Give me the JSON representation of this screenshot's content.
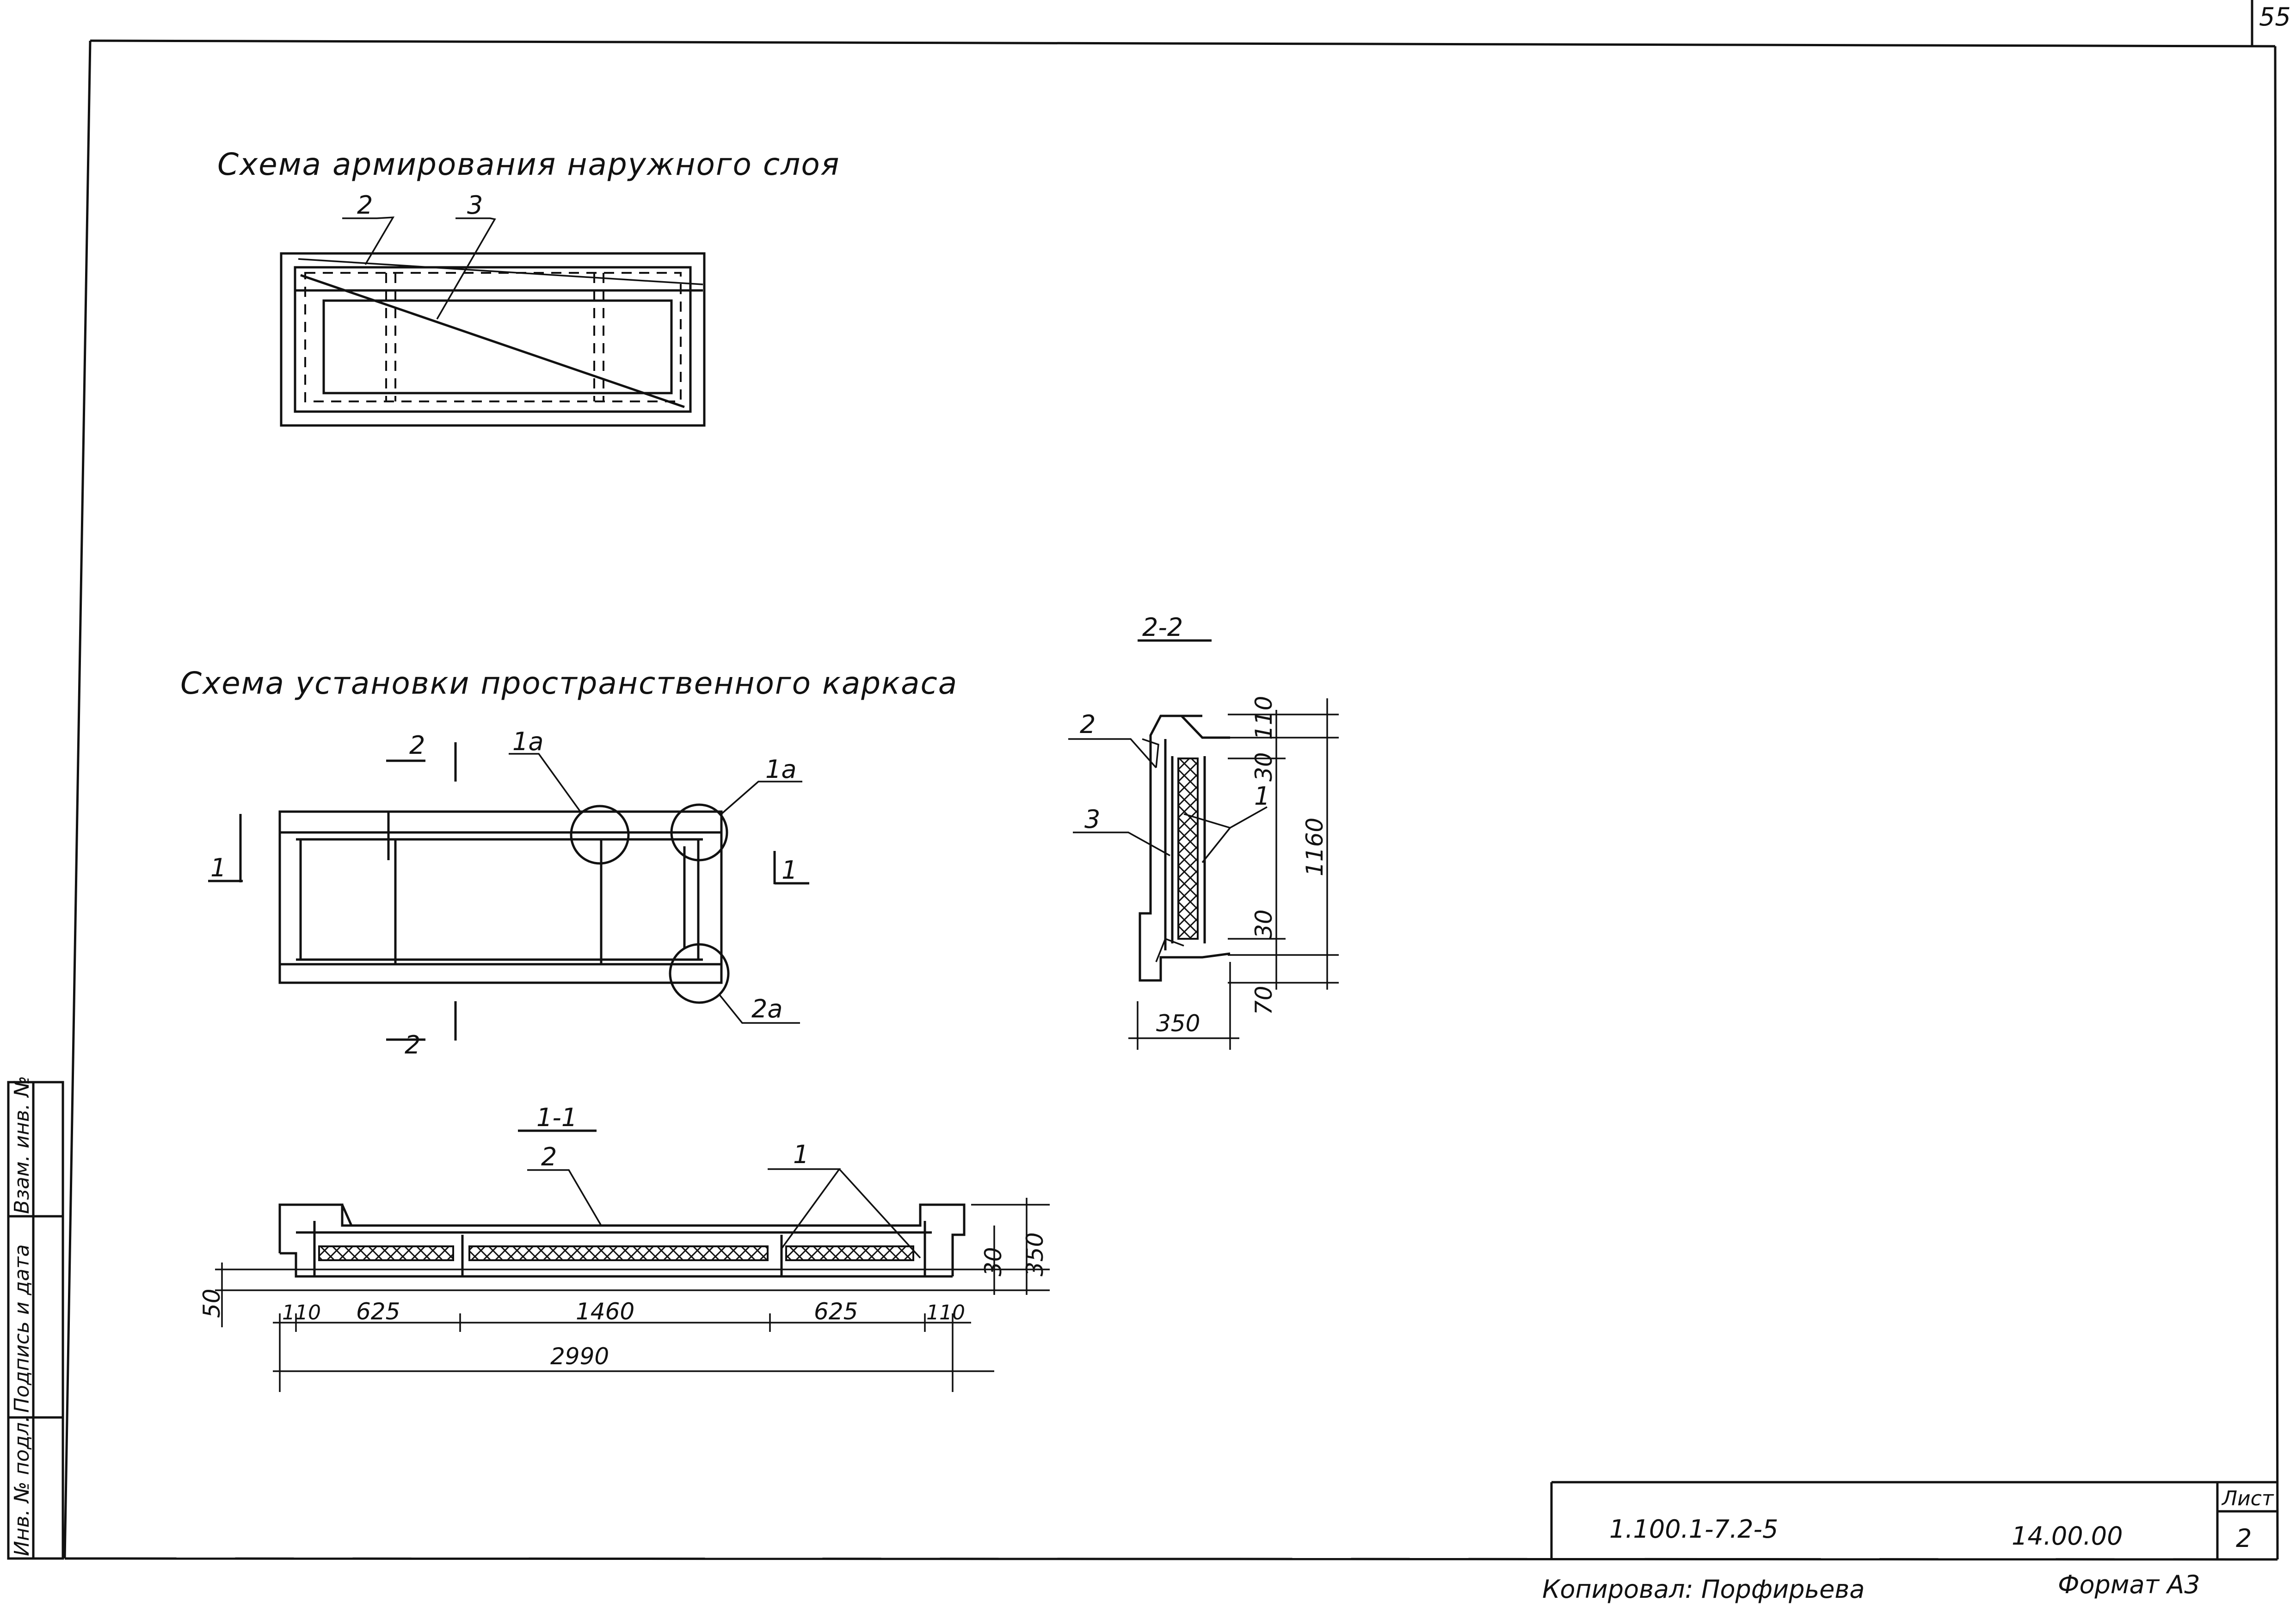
{
  "sheet": {
    "page_number": "55",
    "sheet_label": "Лист",
    "sheet_number": "2",
    "doc_code": "1.100.1-7.2-5",
    "doc_date": "14.00.00",
    "copied_by": "Копировал: Порфирьева",
    "format": "Формат А3"
  },
  "side_stamp": {
    "inv_podl": "Инв. № подл.",
    "podpis_data": "Подпись и дата",
    "vzam_inv": "Взам. инв. №"
  },
  "scheme_outer": {
    "title": "Схема армирования наружного слоя",
    "callout_2": "2",
    "callout_3": "3"
  },
  "scheme_frame": {
    "title": "Схема установки пространственного каркаса",
    "cut_2_top": "2",
    "cut_2_bottom": "2",
    "cut_1_left": "1",
    "cut_1_right": "1",
    "callout_1a_left": "1а",
    "callout_1a_right": "1а",
    "callout_2a": "2а"
  },
  "section_22": {
    "title": "2-2",
    "callout_2": "2",
    "callout_3": "3",
    "callout_1": "1",
    "dim_110": "110",
    "dim_30_top": "30",
    "dim_1160": "1160",
    "dim_30_bottom": "30",
    "dim_70": "70",
    "dim_350": "350"
  },
  "section_11": {
    "title": "1-1",
    "callout_2": "2",
    "callout_1": "1",
    "dim_50_left": "50",
    "dim_30": "30",
    "dim_350": "350",
    "dim_110_left": "110",
    "dim_625_left": "625",
    "dim_1460": "1460",
    "dim_625_right": "625",
    "dim_110_right": "110",
    "dim_2990": "2990"
  }
}
